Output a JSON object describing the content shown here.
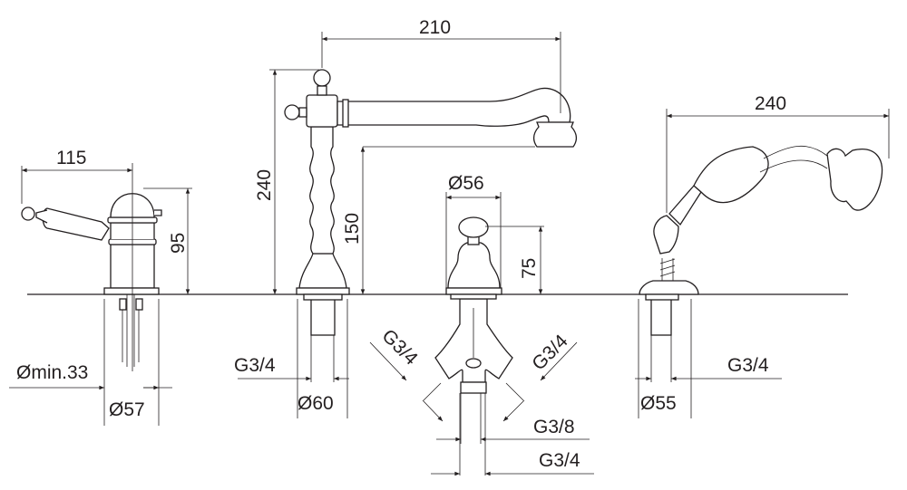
{
  "title": "Faucet set technical drawing",
  "dimensions": {
    "mixer_width": "115",
    "mixer_height": "95",
    "mixer_hole_min": "Ømin.33",
    "mixer_base_diameter": "Ø57",
    "spout_reach": "210",
    "spout_height": "240",
    "spout_outlet_height": "150",
    "spout_thread": "G3/4",
    "spout_base_diameter": "Ø60",
    "valve_diameter": "Ø56",
    "valve_height": "75",
    "valve_thread_left": "G3/4",
    "valve_thread_right": "G3/4",
    "valve_thread_small": "G3/8",
    "valve_thread_bottom": "G3/4",
    "shower_length": "240",
    "shower_thread": "G3/4",
    "shower_base_diameter": "Ø55"
  }
}
